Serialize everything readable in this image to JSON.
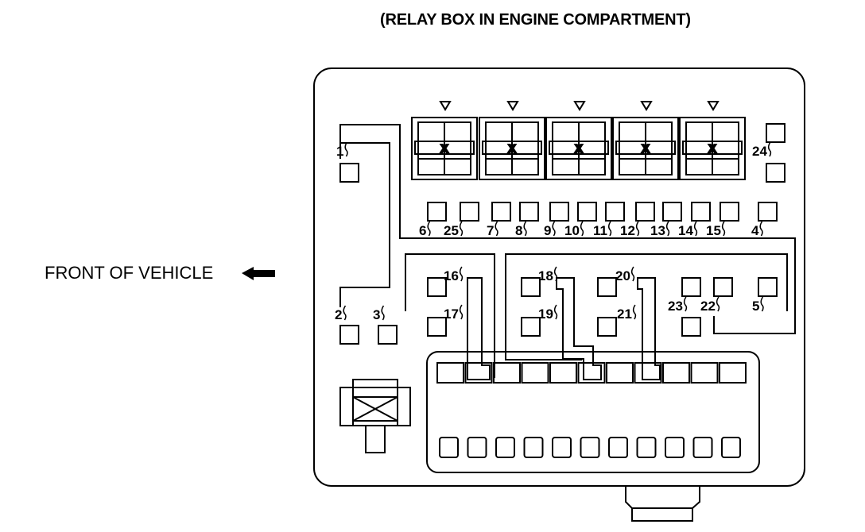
{
  "title": "(RELAY BOX IN ENGINE COMPARTMENT)",
  "front_label": "FRONT OF VEHICLE",
  "relay_box": {
    "relay_marker": "X",
    "top_connector_count": 5,
    "numbers": {
      "n1": "1",
      "n2": "2",
      "n3": "3",
      "n4": "4",
      "n5": "5",
      "n6": "6",
      "n7": "7",
      "n8": "8",
      "n9": "9",
      "n10": "10",
      "n11": "11",
      "n12": "12",
      "n13": "13",
      "n14": "14",
      "n15": "15",
      "n16": "16",
      "n17": "17",
      "n18": "18",
      "n19": "19",
      "n20": "20",
      "n21": "21",
      "n22": "22",
      "n23": "23",
      "n24": "24",
      "n25": "25"
    },
    "lower_connector_top_cells": 11,
    "lower_connector_bottom_cells": 11
  },
  "colors": {
    "line": "#000000",
    "background": "#ffffff"
  }
}
